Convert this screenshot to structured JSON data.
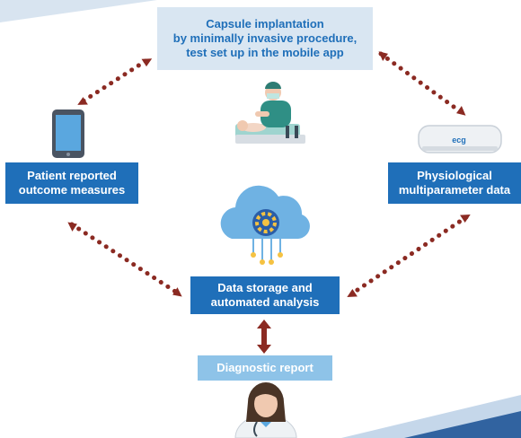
{
  "capsule": {
    "label": "Capsule implantation\nby minimally invasive procedure,\ntest set up in the mobile app"
  },
  "patient": {
    "label": "Patient reported\noutcome measures"
  },
  "physio": {
    "label": "Physiological\nmultiparameter data"
  },
  "storage": {
    "label": "Data storage and\nautomated analysis"
  },
  "report": {
    "label": "Diagnostic report"
  },
  "device": {
    "label": "ecg"
  },
  "colors": {
    "dark_box": "#1f6fb9",
    "light_box": "#d9e6f2",
    "report_box": "#8ec3e8",
    "arrow": "#8b2a22",
    "band": "#3163a0"
  },
  "icons": [
    "tablet-icon",
    "surgeon-icon",
    "ecg-device-icon",
    "cloud-gear-icon",
    "doctor-icon"
  ]
}
